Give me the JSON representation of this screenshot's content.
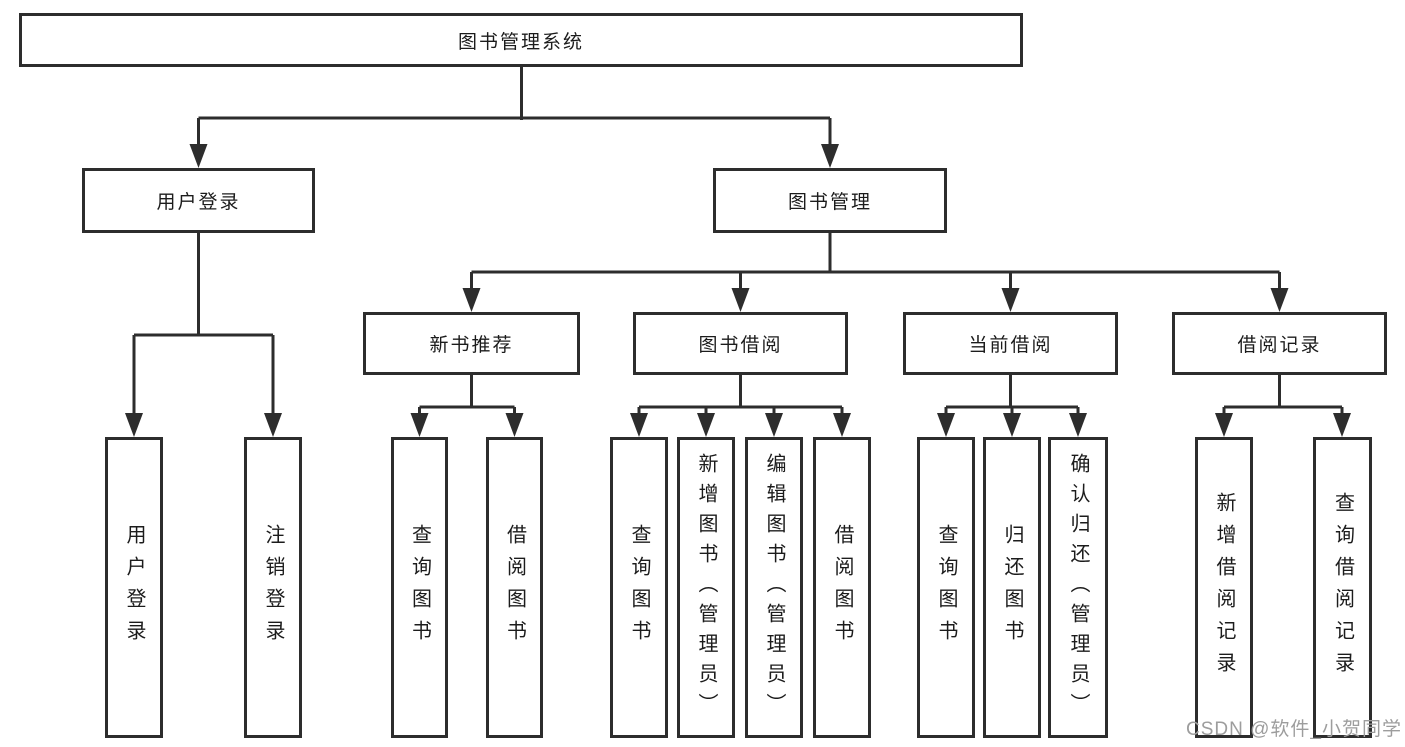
{
  "tree": {
    "label": "图书管理系统",
    "children": [
      {
        "label": "用户登录",
        "children": [
          {
            "label": "用户登录"
          },
          {
            "label": "注销登录"
          }
        ]
      },
      {
        "label": "图书管理",
        "children": [
          {
            "label": "新书推荐",
            "children": [
              {
                "label": "查询图书"
              },
              {
                "label": "借阅图书"
              }
            ]
          },
          {
            "label": "图书借阅",
            "children": [
              {
                "label": "查询图书"
              },
              {
                "label": "新增图书（管理员）"
              },
              {
                "label": "编辑图书（管理员）"
              },
              {
                "label": "借阅图书"
              }
            ]
          },
          {
            "label": "当前借阅",
            "children": [
              {
                "label": "查询图书"
              },
              {
                "label": "归还图书"
              },
              {
                "label": "确认归还（管理员）"
              }
            ]
          },
          {
            "label": "借阅记录",
            "children": [
              {
                "label": "新增借阅记录"
              },
              {
                "label": "查询借阅记录"
              }
            ]
          }
        ]
      }
    ]
  },
  "watermark": "CSDN @软件_小贺同学",
  "colors": {
    "line": "#2d2d2d",
    "text": "#1c1c1c",
    "watermark": "#9d9d9d"
  }
}
